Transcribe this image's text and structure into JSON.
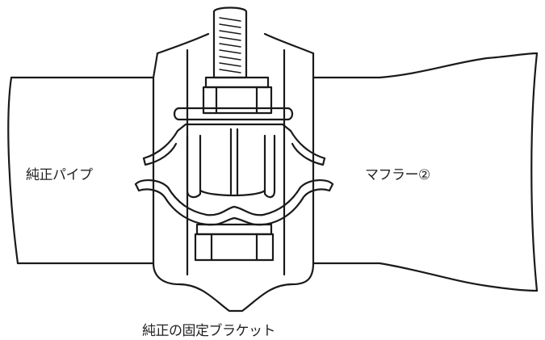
{
  "labels": {
    "left_pipe": "純正パイプ",
    "right_pipe": "マフラー②",
    "bracket": "純正の固定ブラケット"
  },
  "colors": {
    "line": "#1a1a1a",
    "background": "#ffffff",
    "text": "#222222"
  }
}
